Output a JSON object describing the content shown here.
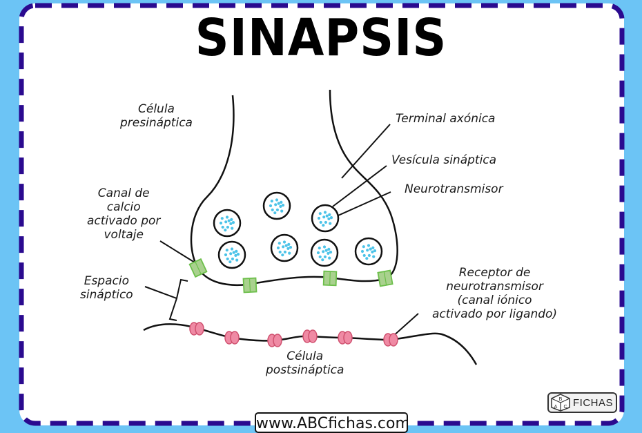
{
  "title": "SINAPSIS",
  "labels": {
    "presynaptic_cell": "Célula\npresináptica",
    "axon_terminal": "Terminal axónica",
    "synaptic_vesicle": "Vesícula sináptica",
    "neurotransmitter": "Neurotransmisor",
    "calcium_channel": "Canal de\ncalcio\nactivado por\nvoltaje",
    "synaptic_cleft": "Espacio\nsináptico",
    "receptor": "Receptor de\nneurotransmisor\n(canal iónico\nactivado por ligando)",
    "postsynaptic_cell": "Célula\npostsináptica"
  },
  "colors": {
    "background": "#6cc4f5",
    "frame_dash": "#2a0a8f",
    "vesicle_dots": "#4cc3e8",
    "calcium_channel": "#a9d18e",
    "calcium_channel_stroke": "#6cbf4a",
    "receptor": "#ef8aa4",
    "receptor_stroke": "#d0506f"
  },
  "footer": {
    "url": "www.ABCfichas.com",
    "logo_text": "FICHAS",
    "logo_letters": [
      "A",
      "B",
      "C"
    ]
  }
}
